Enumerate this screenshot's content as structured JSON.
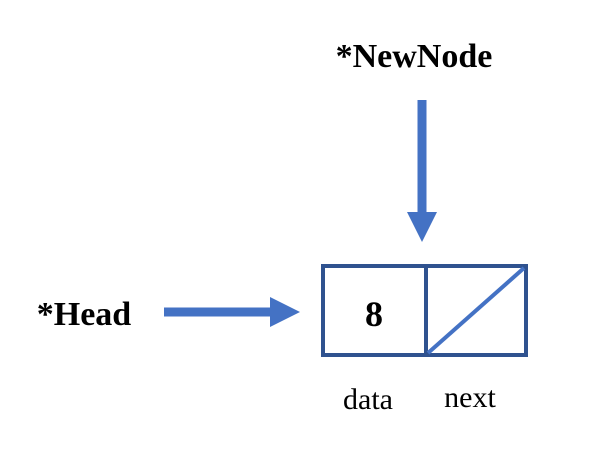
{
  "pointers": {
    "new_node": "*NewNode",
    "head": "*Head"
  },
  "node": {
    "data_value": "8",
    "data_label": "data",
    "next_label": "next"
  },
  "colors": {
    "arrow": "#4472C4",
    "box_border": "#2F528F",
    "text": "#000000"
  }
}
